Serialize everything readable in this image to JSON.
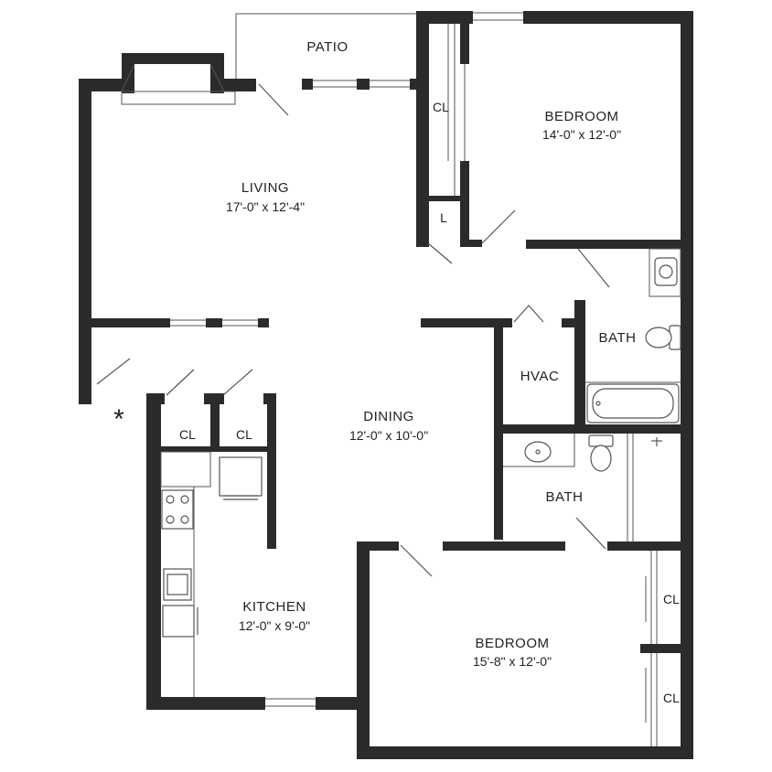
{
  "rooms": {
    "patio": {
      "name": "PATIO"
    },
    "living": {
      "name": "LIVING",
      "dims": "17'-0\" x 12'-4\""
    },
    "bedroom1": {
      "name": "BEDROOM",
      "dims": "14'-0\" x 12'-0\""
    },
    "bath1": {
      "name": "BATH"
    },
    "hvac": {
      "name": "HVAC"
    },
    "dining": {
      "name": "DINING",
      "dims": "12'-0\" x 10'-0\""
    },
    "bath2": {
      "name": "BATH"
    },
    "kitchen": {
      "name": "KITCHEN",
      "dims": "12'-0\" x 9'-0\""
    },
    "bedroom2": {
      "name": "BEDROOM",
      "dims": "15'-8\" x 12'-0\""
    }
  },
  "closets": {
    "cl_bedroom1": "CL",
    "linen": "L",
    "cl_entry_left": "CL",
    "cl_entry_right": "CL",
    "cl_bedroom2_top": "CL",
    "cl_bedroom2_bottom": "CL"
  },
  "entry_marker": "*",
  "colors": {
    "wall": "#2b2b2b",
    "line": "#555555",
    "background": "#ffffff"
  }
}
